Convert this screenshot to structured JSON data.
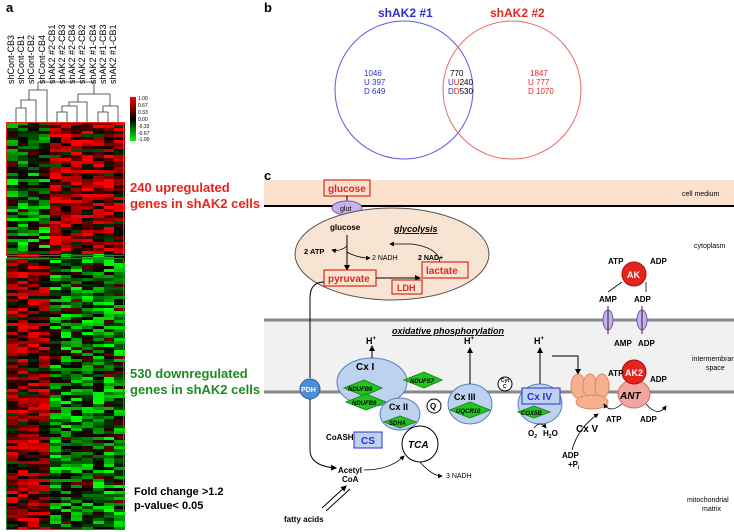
{
  "panels": {
    "a": "a",
    "b": "b",
    "c": "c"
  },
  "heatmap": {
    "samples": [
      "shCont-CB3",
      "shCont-CB1",
      "shCont-CB2",
      "shCont-CB4",
      "shAK2 #2-CB1",
      "shAK2 #2-CB3",
      "shAK2 #2-CB4",
      "shAK2 #2-CB2",
      "shAK2 #1-CB4",
      "shAK2 #1-CB3",
      "shAK2 #1-CB1"
    ],
    "scale_labels": [
      "1.00",
      "0.67",
      "0.33",
      "0.00",
      "-0.33",
      "-0.67",
      "-1.00"
    ],
    "up_text": [
      "240 upregulated",
      "genes in shAK2 cells"
    ],
    "down_text": [
      "530 downregulated",
      "genes in shAK2 cells"
    ],
    "criteria": [
      "Fold change >1.2",
      "p-value< 0.05"
    ],
    "colors": {
      "up": "#e5251d",
      "down": "#1f8a22"
    }
  },
  "venn": {
    "left_title": "shAK2 #1",
    "right_title": "shAK2 #2",
    "left": {
      "total": "1046",
      "u": "U 397",
      "d": "D 649"
    },
    "center": {
      "total": "770",
      "u_a": "U",
      "u_b": "U",
      "u_val": "240",
      "d_a": "D",
      "d_b": "D",
      "d_val": "530"
    },
    "right": {
      "total": "1847",
      "u": "U 777",
      "d": "D 1070"
    },
    "colors": {
      "left": "#2c2cd6",
      "right": "#e5251d"
    }
  },
  "pathway": {
    "compartments": {
      "medium": "cell medium",
      "cytoplasm": "cytoplasm",
      "ims": [
        "intermembrane",
        "space"
      ],
      "matrix": [
        "mitochondrial",
        "matrix"
      ]
    },
    "glucose_box": "glucose",
    "glut": "glut",
    "glucose": "glucose",
    "glycolysis": "glycolysis",
    "atp2": "2 ATP",
    "nadh2": "2 NADH",
    "nad2": "2 NAD+",
    "pyruvate": "pyruvate",
    "lactate": "lactate",
    "ldh": "LDH",
    "oxphos": "oxidative phosphorylation",
    "pdh": "PDH",
    "h_plus": "H",
    "h_sup": "+",
    "cx1": "Cx I",
    "cx2": "Cx II",
    "cx3": "Cx III",
    "cx4": "Cx IV",
    "cx5": "Cx V",
    "q": "Q",
    "cytc": [
      "Cyt",
      "C"
    ],
    "ndufs7": "NDUFS7",
    "ndufb6": "NDUFB6",
    "ndufb9": "NDUFB9",
    "sdha": "SDHA",
    "uqcr10": "UQCR10",
    "cox5b": "COX5B",
    "o2": "O",
    "o2_sub": "2",
    "h2o_a": "H",
    "h2o_sub": "2",
    "h2o_b": "O",
    "atp": "ATP",
    "adp": "ADP",
    "amp": "AMP",
    "ak": "AK",
    "ak2": "AK2",
    "ant": "ANT",
    "adp_pi_a": "ADP",
    "adp_pi_b": "+P",
    "adp_pi_sub": "i",
    "coash": "CoASH",
    "cs": "CS",
    "tca": "TCA",
    "nadh3": "3 NADH",
    "acetyl": [
      "Acetyl",
      "CoA"
    ],
    "fatty": "fatty acids",
    "colors": {
      "red": "#e5251d",
      "blue": "#2c2cd6",
      "green": "#22c41e",
      "complex": "#bcd2ef",
      "medium": "#fbe2cf",
      "cyto_cell": "#f7e4d2"
    }
  }
}
